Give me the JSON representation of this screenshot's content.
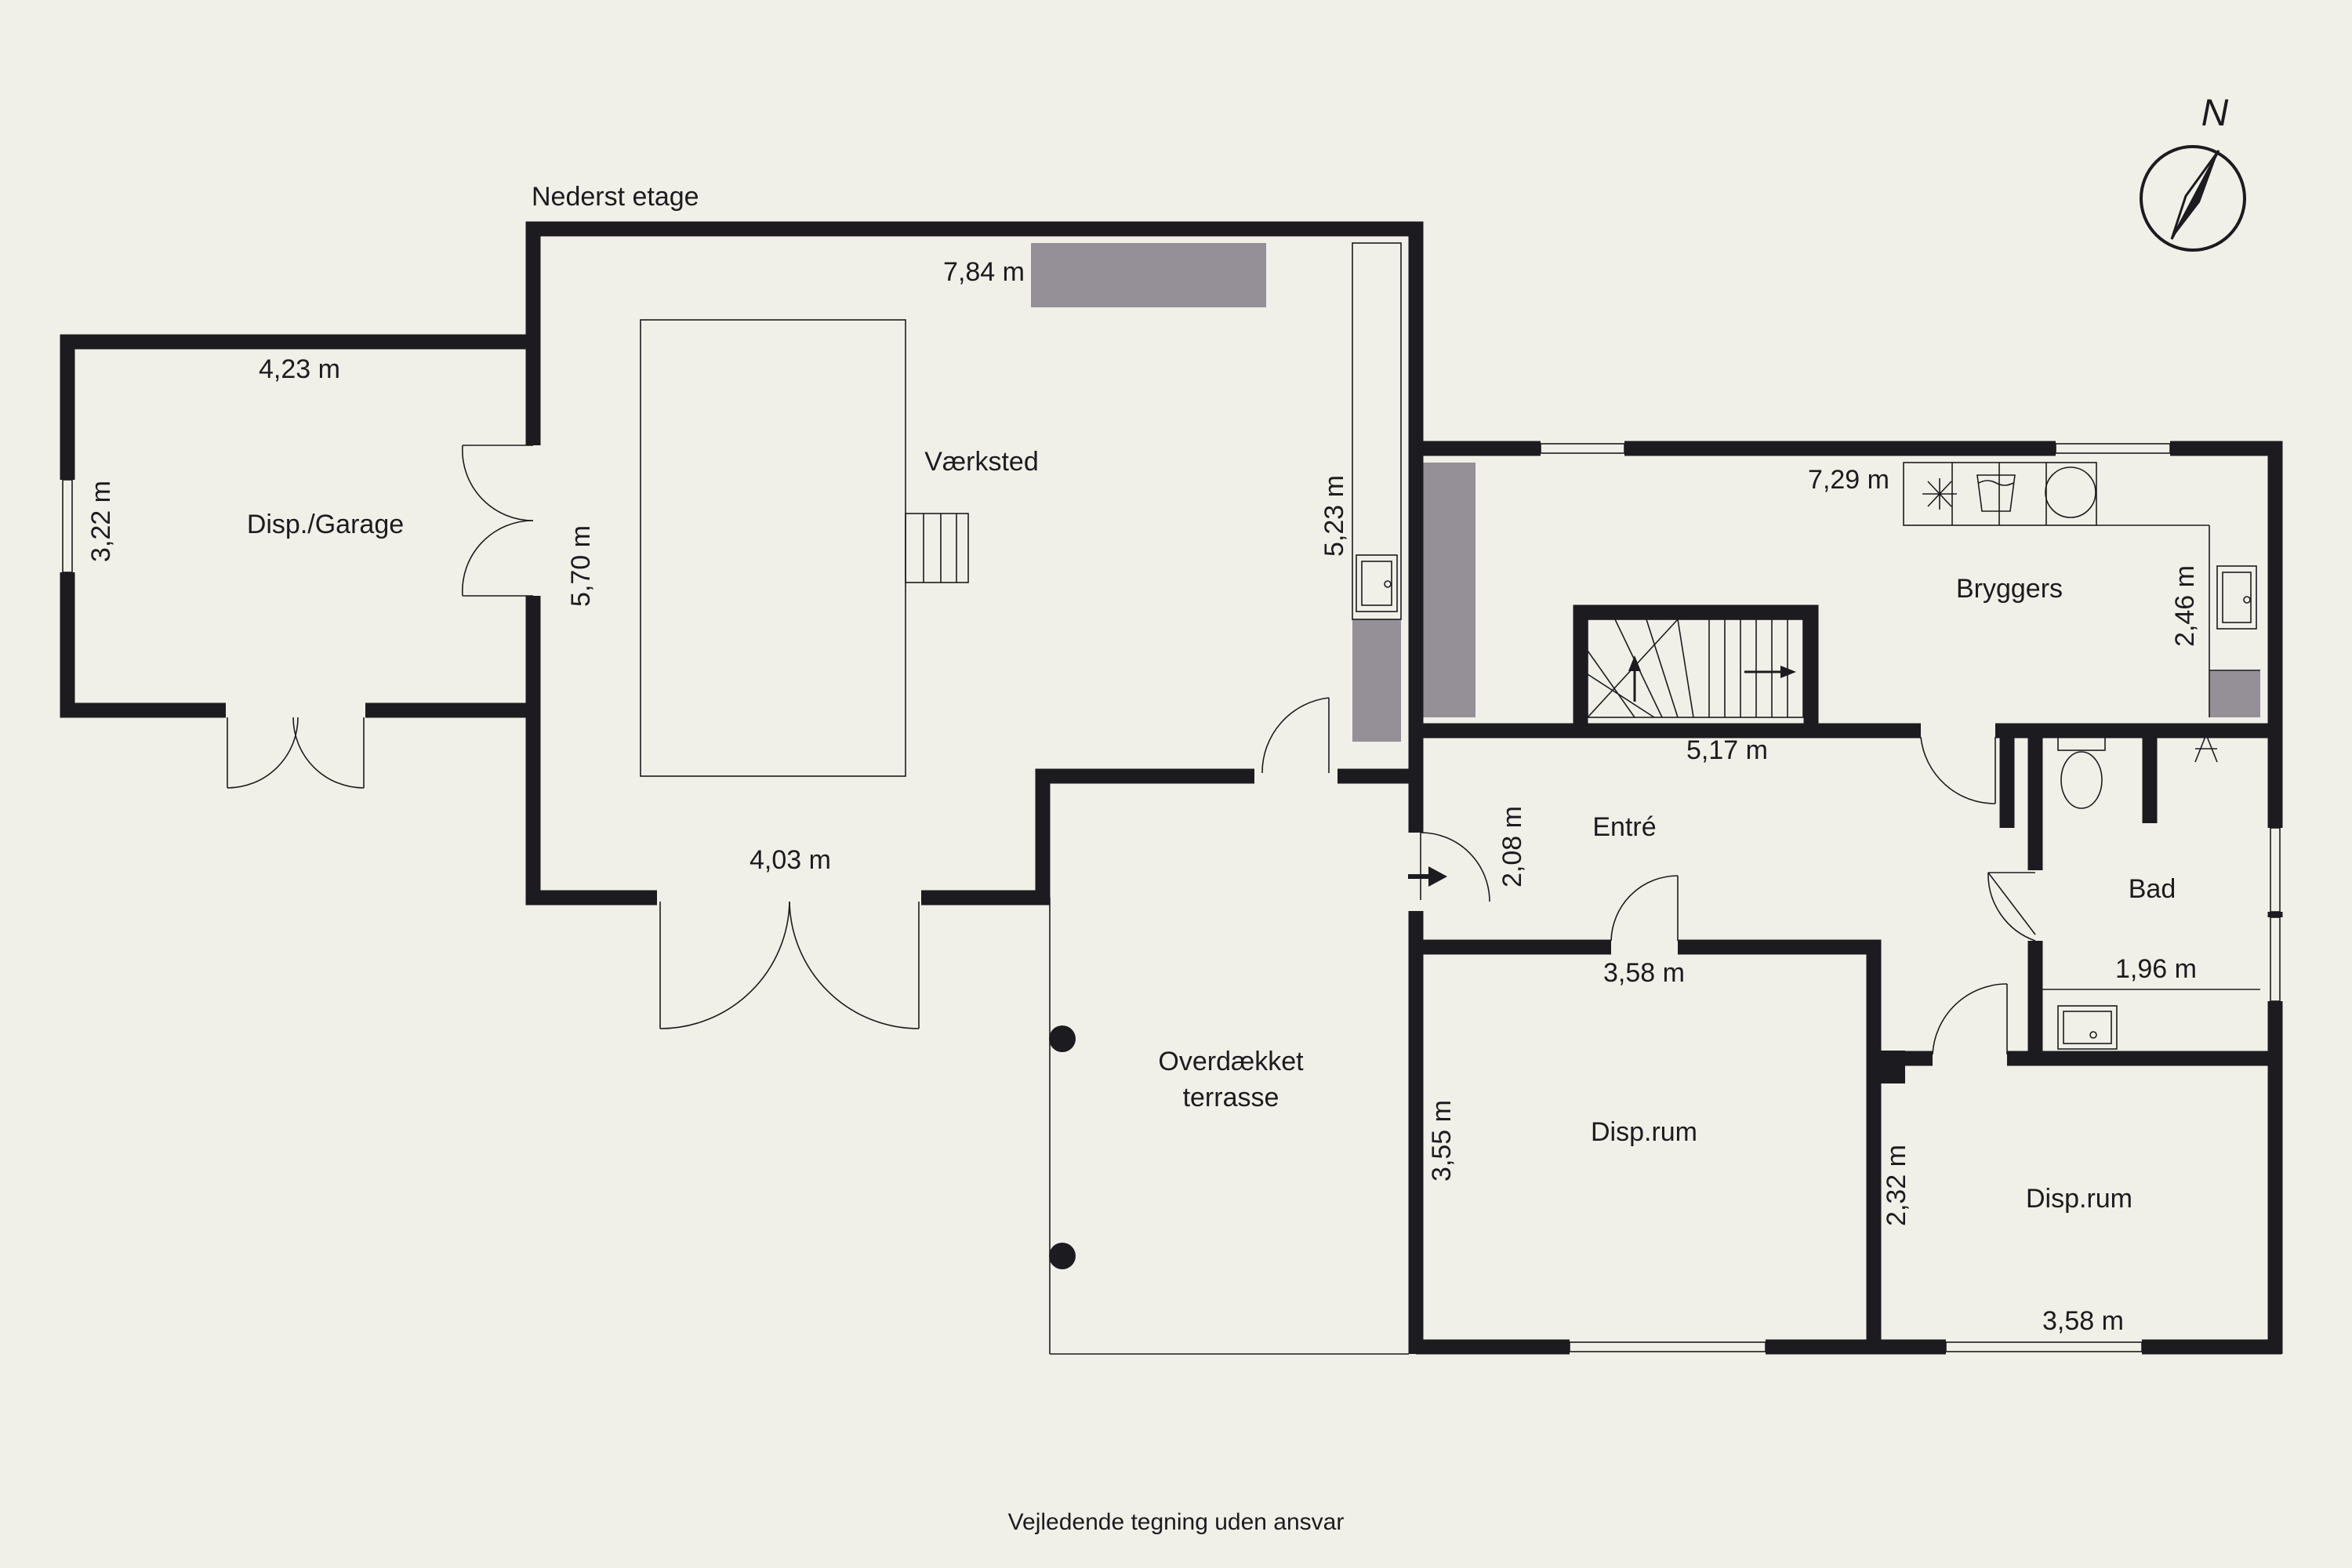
{
  "floor_title": "Nederst etage",
  "north_label": "N",
  "disclaimer": "Vejledende tegning uden ansvar",
  "colors": {
    "background": "#f1f0e8",
    "wall": "#1c1b1f",
    "fixture": "#958f98"
  },
  "rooms": {
    "garage": "Disp./Garage",
    "workshop": "Værksted",
    "laundry": "Bryggers",
    "entrance": "Entré",
    "bathroom": "Bad",
    "terrace_line1": "Overdækket",
    "terrace_line2": "terrasse",
    "storage_1": "Disp.rum",
    "storage_2": "Disp.rum"
  },
  "dimensions": {
    "garage_width": "4,23 m",
    "garage_depth": "3,22 m",
    "workshop_width": "7,84 m",
    "workshop_depth": "5,70 m",
    "workshop_bottom": "4,03 m",
    "workshop_side": "5,23 m",
    "laundry_width": "7,29 m",
    "laundry_depth": "2,46 m",
    "stair_width": "5,17 m",
    "entrance_depth": "2,08 m",
    "storage_1_width": "3,58 m",
    "storage_1_depth": "3,55 m",
    "storage_2_depth": "2,32 m",
    "storage_2_width": "3,58 m",
    "bathroom_width": "1,96 m"
  }
}
